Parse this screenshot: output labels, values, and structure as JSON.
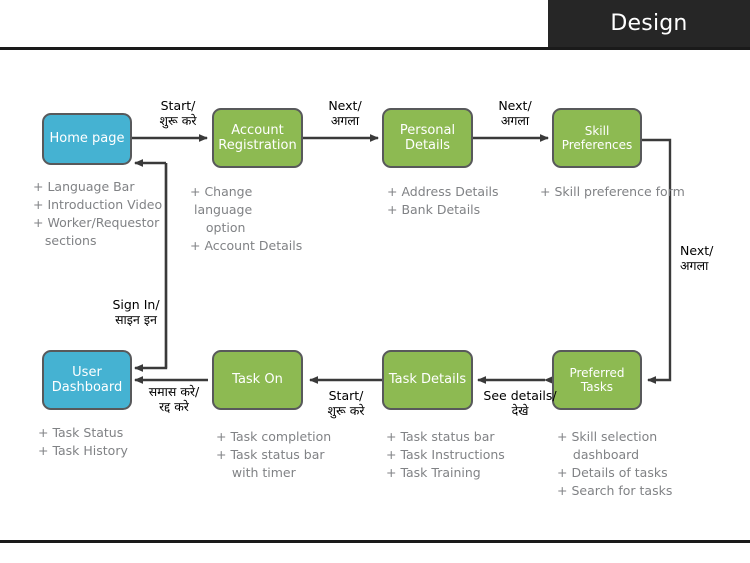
{
  "header": {
    "title": "Design",
    "accent_dark": "#262626"
  },
  "colors": {
    "blue_node": "#45b2d2",
    "green_node": "#8dba52",
    "node_border": "#58595b",
    "bullet_text": "#808285",
    "label_text": "#000000"
  },
  "diagram": {
    "type": "flowchart",
    "nodes": [
      {
        "id": "home-page",
        "label": "Home page",
        "color": "blue"
      },
      {
        "id": "account-registration",
        "label": "Account\nRegistration",
        "color": "green"
      },
      {
        "id": "personal-details",
        "label": "Personal\nDetails",
        "color": "green"
      },
      {
        "id": "skill-preferences",
        "label": "Skill\nPreferences",
        "color": "green"
      },
      {
        "id": "preferred-tasks",
        "label": "Preferred\nTasks",
        "color": "green"
      },
      {
        "id": "task-details",
        "label": "Task Details",
        "color": "green"
      },
      {
        "id": "task-on",
        "label": "Task On",
        "color": "green"
      },
      {
        "id": "user-dashboard",
        "label": "User\nDashboard",
        "color": "blue"
      }
    ],
    "bullets": {
      "home_page": "+ Language Bar\n+ Introduction Video\n+ Worker/Requestor\n   sections",
      "account_registration": "+ Change\n language\n    option\n+ Account Details",
      "personal_details": "+ Address Details\n+ Bank Details",
      "skill_preferences": "+ Skill preference form",
      "preferred_tasks": "+ Skill selection\n    dashboard\n+ Details of tasks\n+ Search for tasks",
      "task_details": "+ Task status bar\n+ Task Instructions\n+ Task Training",
      "task_on": "+ Task completion\n+ Task status bar\n    with timer",
      "user_dashboard": "+ Task Status\n+ Task History"
    },
    "edge_labels": {
      "home_to_account": "Start/\nशुरू करे",
      "account_to_personal": "Next/\nअगला",
      "personal_to_skill": "Next/\nअगला",
      "skill_to_preferred": "Next/\nअगला",
      "preferred_to_taskdetails": "See details/\nदेखे",
      "taskdetails_to_taskon": "Start/\nशुरू करे",
      "taskon_to_dashboard": "समास करे/\nरद्द करे",
      "dashboard_signin": "Sign In/\nसाइन इन"
    }
  }
}
